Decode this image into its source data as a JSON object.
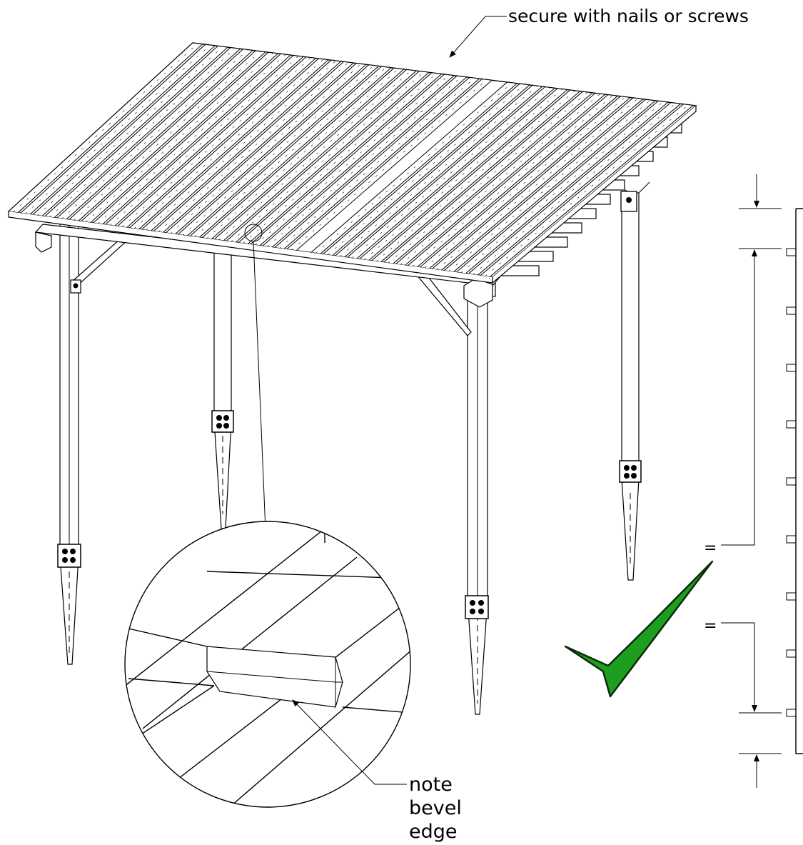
{
  "annotations": {
    "secure_note": "secure with nails or screws",
    "bevel_note_line1": "note",
    "bevel_note_line2": "bevel",
    "bevel_note_line3": "edge",
    "equal_mark_top": "=",
    "equal_mark_bottom": "="
  },
  "icons": {
    "checkmark": "checkmark-icon",
    "checkmark_color": "#1e9e1e"
  }
}
